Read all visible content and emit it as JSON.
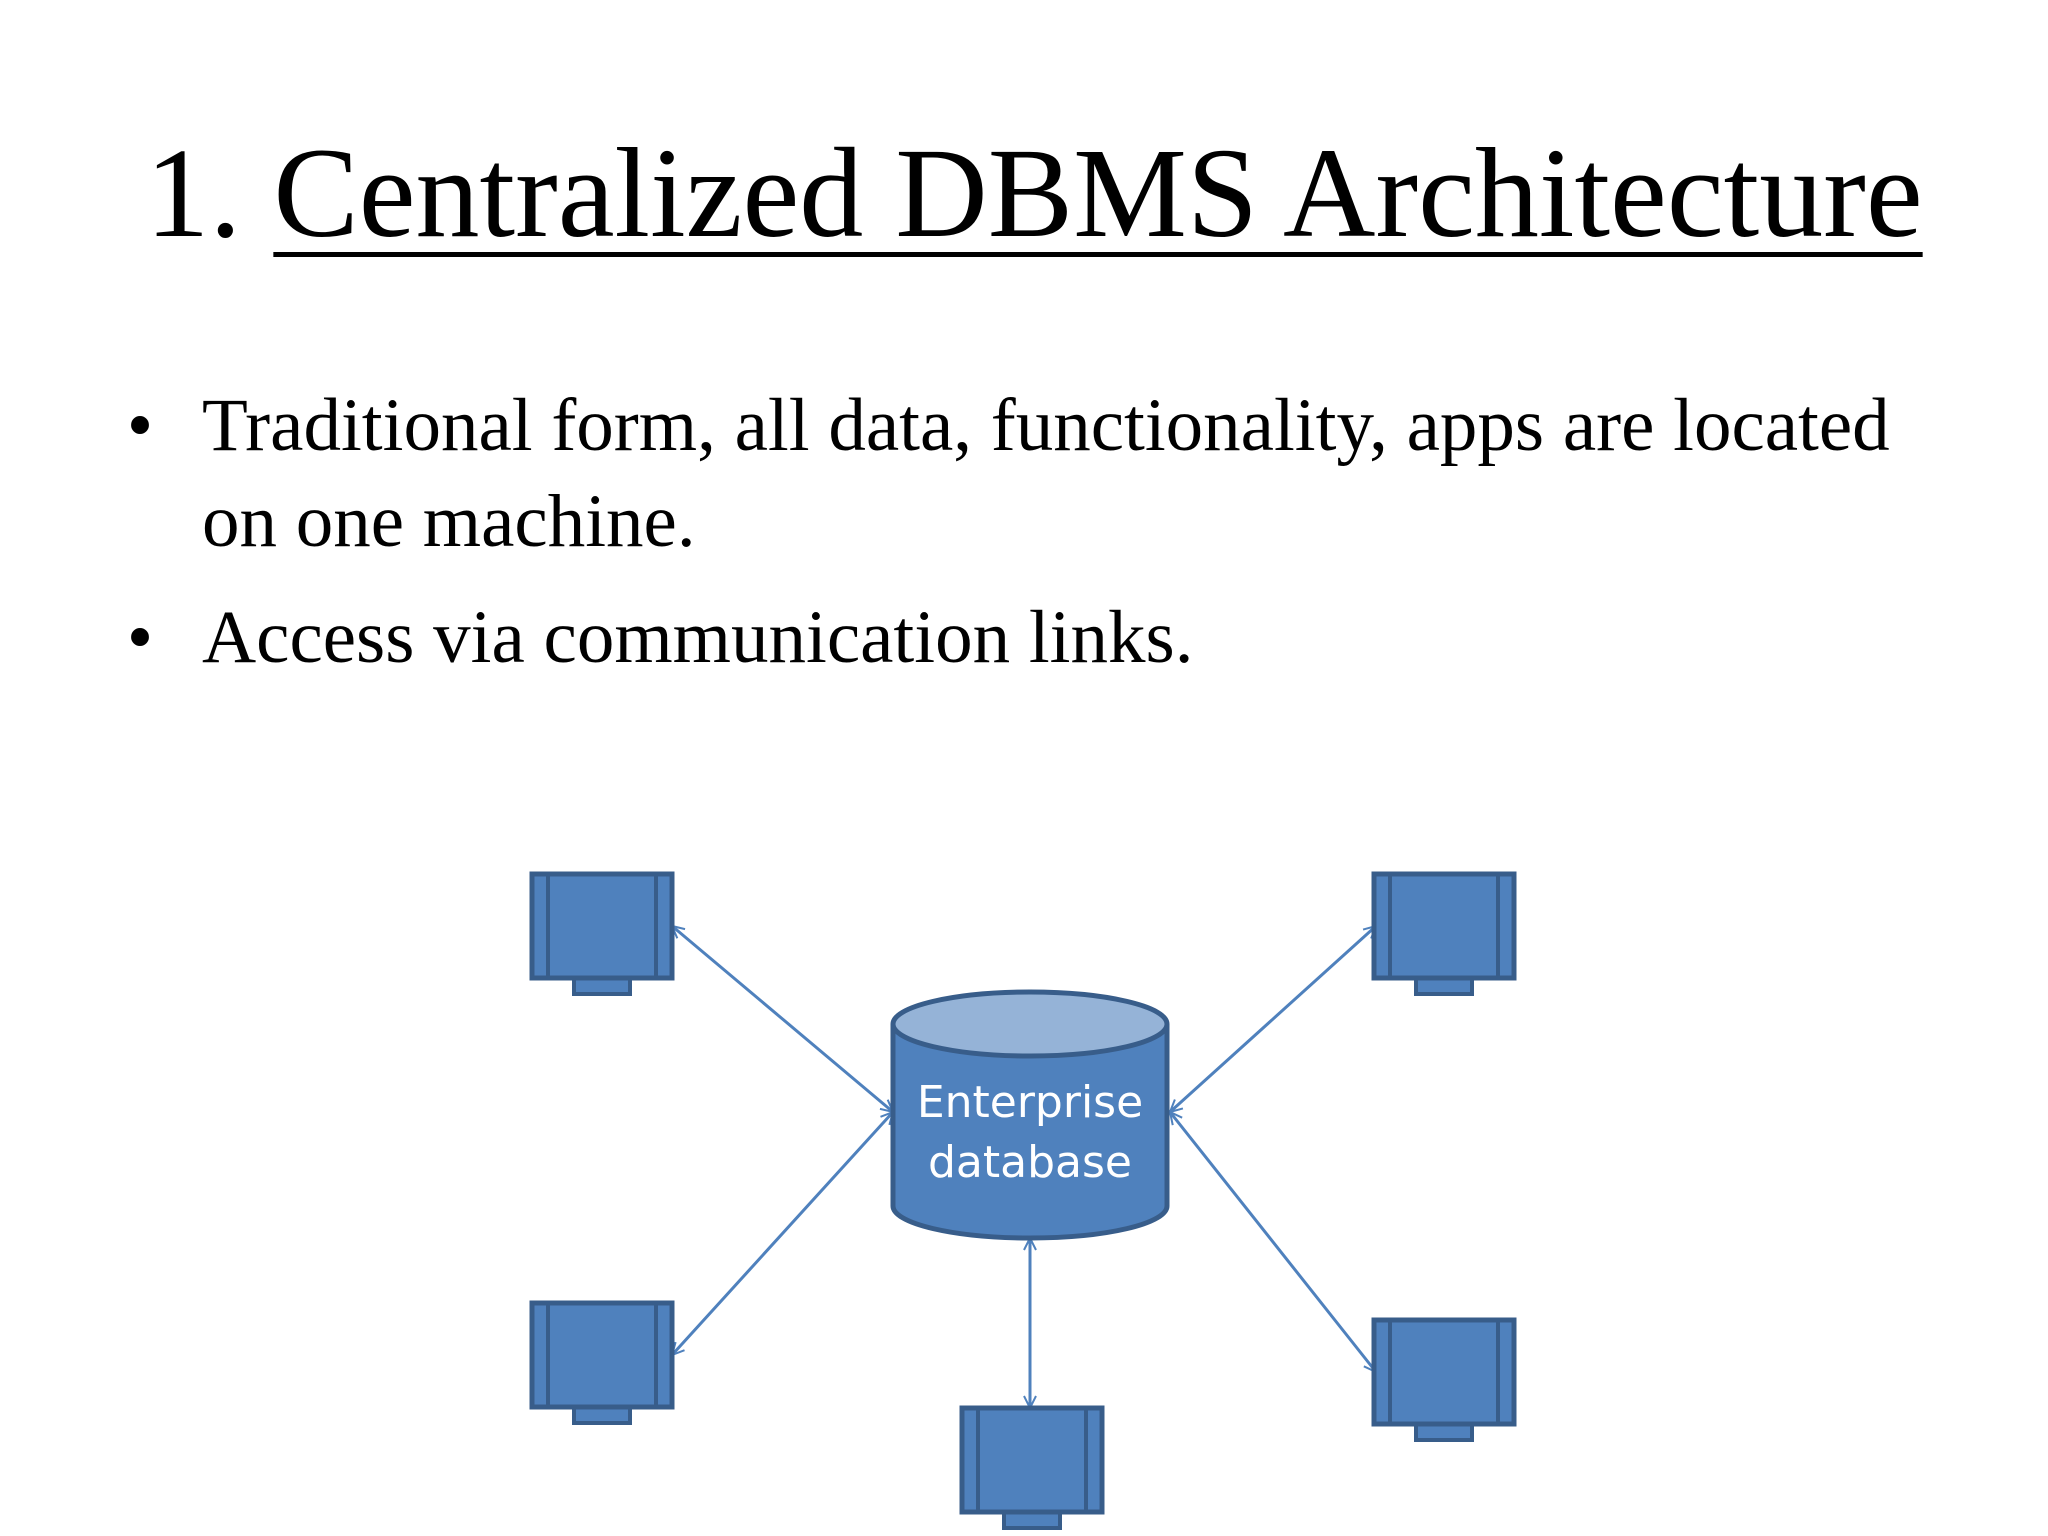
{
  "slide": {
    "title_number": "1.",
    "title_text": "Centralized DBMS Architecture",
    "bullets": [
      "Traditional form, all data, functionality, apps are located on one machine.",
      "Access via communication links."
    ],
    "bullet_glyph": "•"
  },
  "diagram": {
    "database": {
      "line1": "Enterprise",
      "line2": "database"
    },
    "terminals": [
      {
        "id": "top-left"
      },
      {
        "id": "top-right"
      },
      {
        "id": "bottom-left"
      },
      {
        "id": "bottom-center"
      },
      {
        "id": "bottom-right"
      }
    ],
    "colors": {
      "shape_fill": "#4f81bd",
      "shape_stroke": "#385d8a",
      "cylinder_top": "#95b3d7",
      "connector": "#4f81bd"
    }
  }
}
